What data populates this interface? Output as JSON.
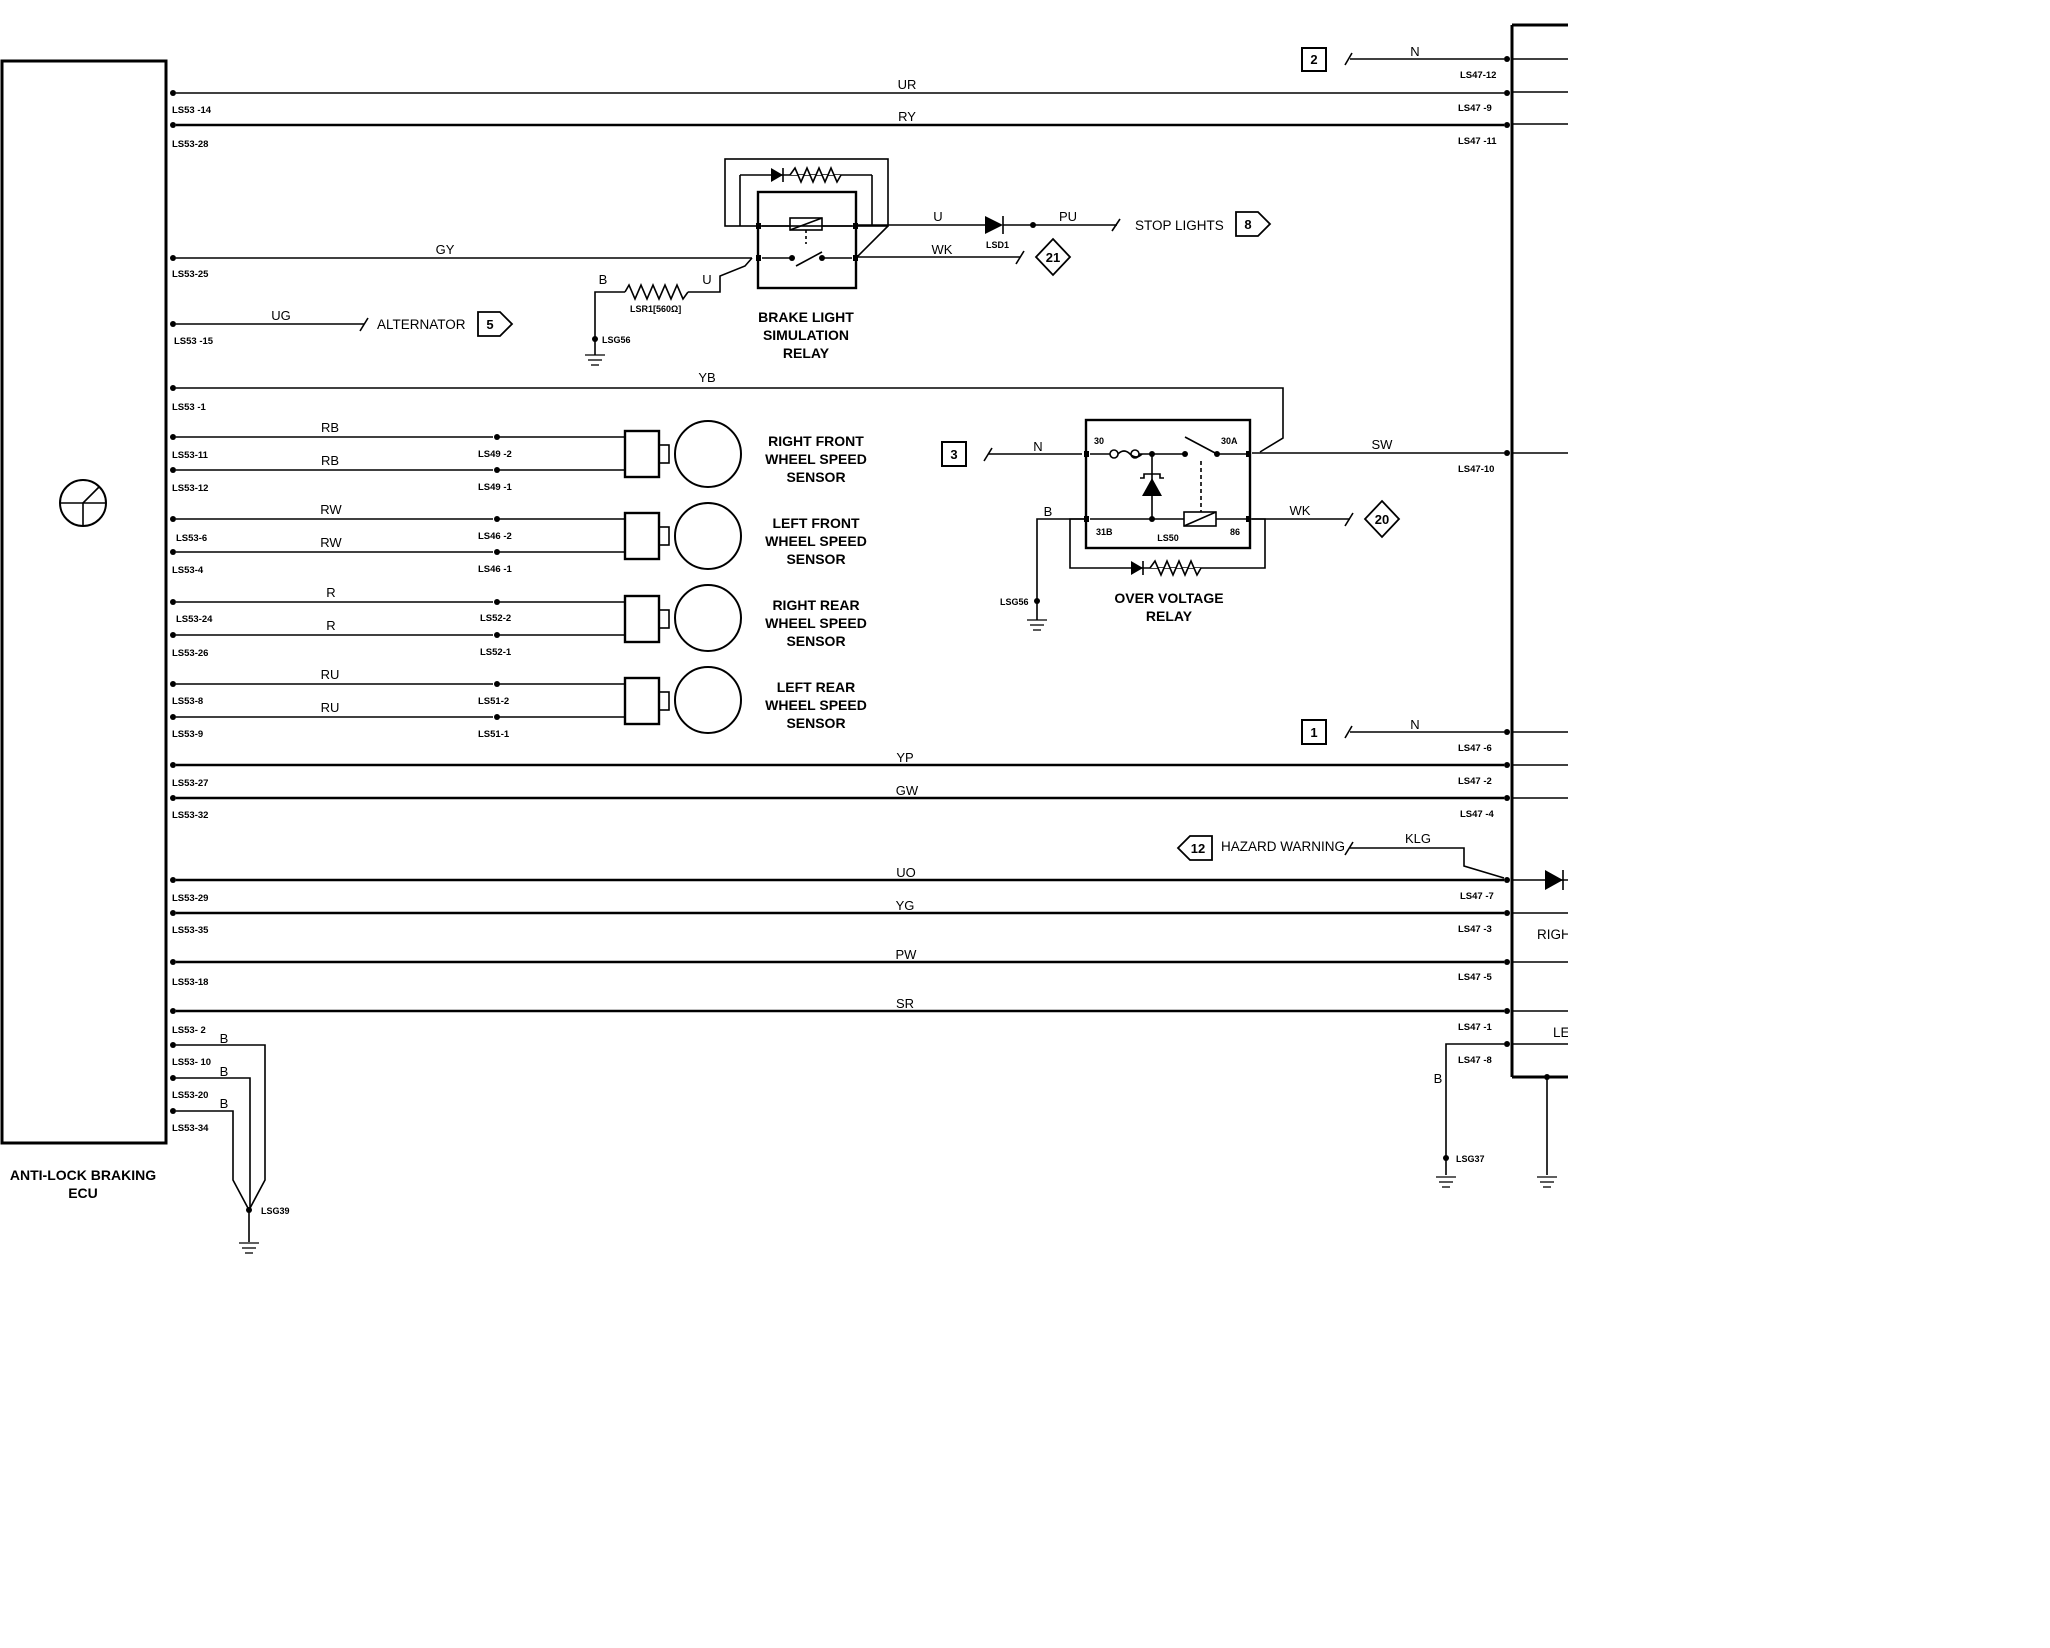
{
  "ecu": {
    "title_line1": "ANTI-LOCK BRAKING",
    "title_line2": "ECU",
    "icon": "abs-symbol-icon"
  },
  "top_refs": {
    "ref2": "2",
    "ref2_wire": "N",
    "ref2_pin": "LS47-12",
    "ref1": "1",
    "ref1_wire": "N",
    "ref1_pin": "LS47 -6",
    "ref3": "3",
    "ref3_wire": "N"
  },
  "wires": {
    "ur": "UR",
    "ry": "RY",
    "gy": "GY",
    "ug": "UG",
    "yb": "YB",
    "rb1": "RB",
    "rb2": "RB",
    "rw1": "RW",
    "rw2": "RW",
    "r1": "R",
    "r2": "R",
    "ru1": "RU",
    "ru2": "RU",
    "yp": "YP",
    "gw": "GW",
    "uo": "UO",
    "yg": "YG",
    "pw": "PW",
    "sr": "SR",
    "b1": "B",
    "b2": "B",
    "b3": "B",
    "b_relay": "B",
    "b_ovr": "B",
    "b_right": "B",
    "u1": "U",
    "u2": "U",
    "pu": "PU",
    "wk1": "WK",
    "wk2": "WK",
    "sw": "SW",
    "klg": "KLG"
  },
  "left_pins": {
    "p14": "LS53 -14",
    "p28": "LS53-28",
    "p25": "LS53-25",
    "p15": "LS53 -15",
    "p1": "LS53 -1",
    "p11": "LS53-11",
    "p12": "LS53-12",
    "p6": "LS53-6",
    "p4": "LS53-4",
    "p24": "LS53-24",
    "p26": "LS53-26",
    "p8": "LS53-8",
    "p9": "LS53-9",
    "p27": "LS53-27",
    "p32": "LS53-32",
    "p29": "LS53-29",
    "p35": "LS53-35",
    "p18": "LS53-18",
    "p2": "LS53- 2",
    "p10": "LS53- 10",
    "p20": "LS53-20",
    "p34": "LS53-34"
  },
  "right_pins": {
    "p9": "LS47 -9",
    "p11": "LS47 -11",
    "p10": "LS47-10",
    "p2": "LS47 -2",
    "p4": "LS47 -4",
    "p7": "LS47 -7",
    "p3": "LS47 -3",
    "p5": "LS47 -5",
    "p1": "LS47 -1",
    "p8": "LS47 -8"
  },
  "sensor_pins": {
    "s49_2": "LS49 -2",
    "s49_1": "LS49 -1",
    "s46_2": "LS46 -2",
    "s46_1": "LS46 -1",
    "s52_2": "LS52-2",
    "s52_1": "LS52-1",
    "s51_2": "LS51-2",
    "s51_1": "LS51-1"
  },
  "sensors": {
    "rf": [
      "RIGHT FRONT",
      "WHEEL SPEED",
      "SENSOR"
    ],
    "lf": [
      "LEFT FRONT",
      "WHEEL SPEED",
      "SENSOR"
    ],
    "rr": [
      "RIGHT REAR",
      "WHEEL SPEED",
      "SENSOR"
    ],
    "lr": [
      "LEFT REAR",
      "WHEEL SPEED",
      "SENSOR"
    ]
  },
  "brake_relay": {
    "title": [
      "BRAKE LIGHT",
      "SIMULATION",
      "RELAY"
    ],
    "resistor": "LSR1[560Ω]",
    "ground": "LSG56",
    "diode": "LSD1"
  },
  "ovr": {
    "title": [
      "OVER VOLTAGE",
      "RELAY"
    ],
    "pin30": "30",
    "pin30a": "30A",
    "pin31b": "31B",
    "pin86": "86",
    "id": "LS50",
    "ground": "LSG56"
  },
  "destinations": {
    "stop_lights": "STOP LIGHTS",
    "stop_ref": "8",
    "alternator": "ALTERNATOR",
    "alt_ref": "5",
    "ref21": "21",
    "ref20": "20",
    "hazard": "HAZARD WARNING",
    "hazard_ref": "12"
  },
  "grounds": {
    "g39": "LSG39",
    "g37": "LSG37"
  },
  "right_module": {
    "label1": "RIGH",
    "label2": "LE"
  }
}
